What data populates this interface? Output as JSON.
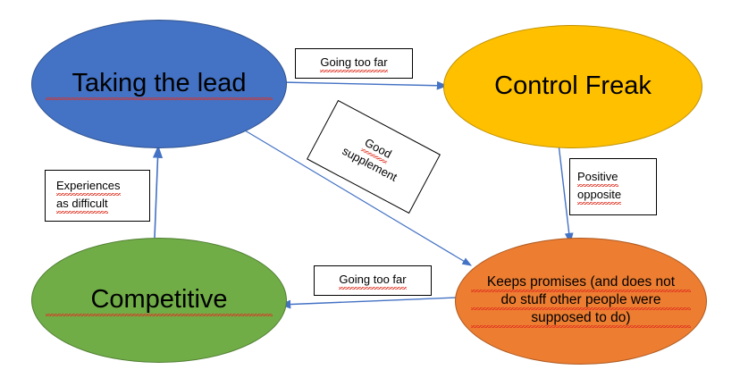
{
  "diagram": {
    "title": "Taking the lead / Control Freak / Competitive behaviour map",
    "background_color": "#FFFFFF",
    "edge_color": "#4472C4",
    "nodes": [
      {
        "id": "taking-the-lead",
        "label": "Taking the lead",
        "shape": "ellipse",
        "fill": "#4472C4",
        "stroke": "#2F528F",
        "text_color": "#000000"
      },
      {
        "id": "control-freak",
        "label": "Control Freak",
        "shape": "ellipse",
        "fill": "#FFC000",
        "stroke": "#BF9000",
        "text_color": "#000000"
      },
      {
        "id": "competitive",
        "label": "Competitive",
        "shape": "ellipse",
        "fill": "#70AD47",
        "stroke": "#507E32",
        "text_color": "#000000"
      },
      {
        "id": "keeps-promises",
        "label": "Keeps promises (and does not do stuff other people were supposed to do)",
        "label_lines": [
          "Keeps promises (and does not",
          "do stuff other people were",
          "supposed to do)"
        ],
        "shape": "ellipse",
        "fill": "#ED7D31",
        "stroke": "#AE5A21",
        "text_color": "#000000"
      }
    ],
    "edges": [
      {
        "id": "lead-to-control-freak",
        "from": "taking-the-lead",
        "to": "control-freak",
        "label": "Going too far",
        "label_lines": [
          "Going too far"
        ]
      },
      {
        "id": "lead-to-keeps-promises",
        "from": "taking-the-lead",
        "to": "keeps-promises",
        "label": "Good supplement",
        "label_lines": [
          "Good",
          "supplement"
        ]
      },
      {
        "id": "control-freak-to-keeps-promises",
        "from": "control-freak",
        "to": "keeps-promises",
        "label": "Positive opposite",
        "label_lines": [
          "Positive",
          "opposite"
        ]
      },
      {
        "id": "keeps-promises-to-competitive",
        "from": "keeps-promises",
        "to": "competitive",
        "label": "Going too far",
        "label_lines": [
          "Going too far"
        ]
      },
      {
        "id": "competitive-to-lead",
        "from": "competitive",
        "to": "taking-the-lead",
        "label": "Experiences as difficult",
        "label_lines": [
          "Experiences",
          "as difficult"
        ]
      }
    ]
  }
}
